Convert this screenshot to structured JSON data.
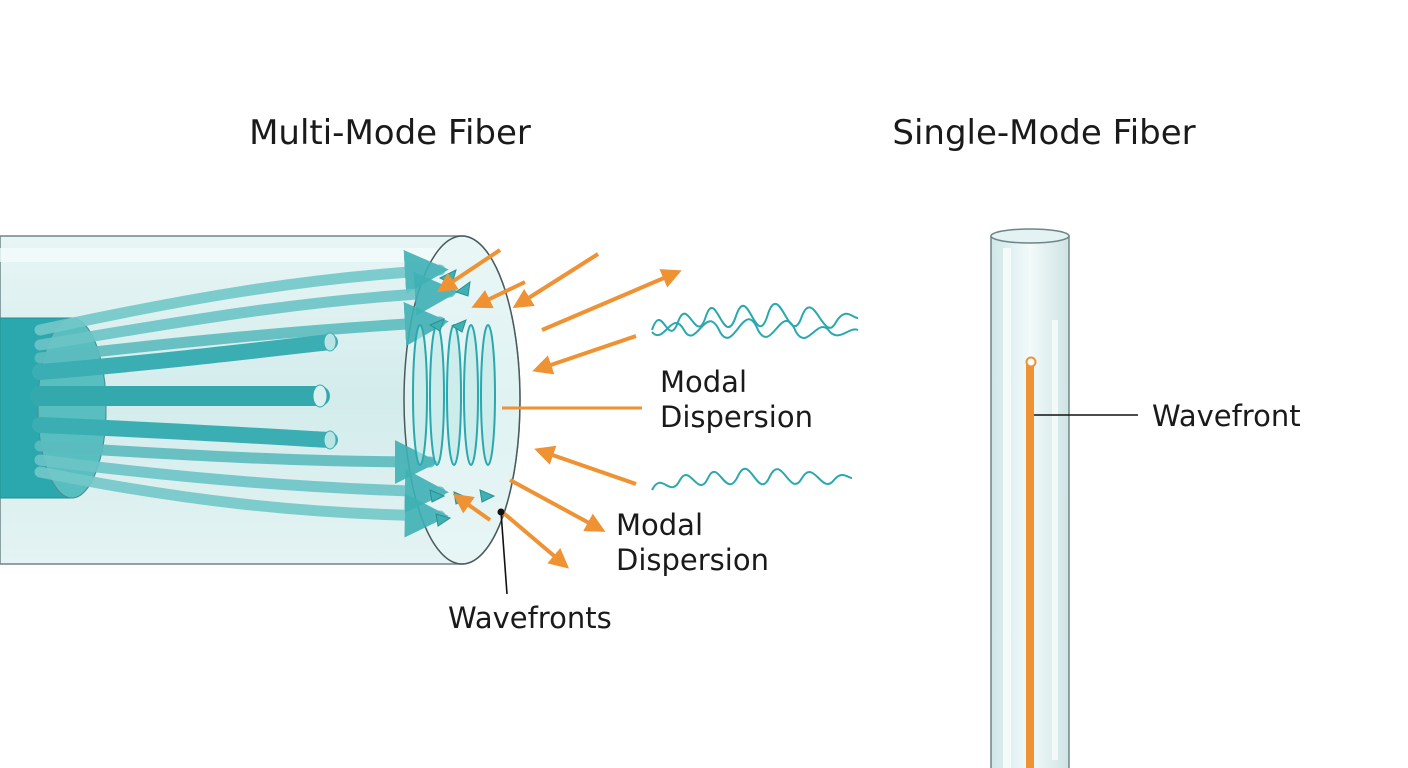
{
  "multi_mode": {
    "title": "Multi-Mode Fiber",
    "labels": {
      "modal_dispersion_upper": [
        "Modal",
        "Dispersion"
      ],
      "modal_dispersion_lower": [
        "Modal",
        "Dispersion"
      ],
      "wavefronts": "Wavefronts"
    }
  },
  "single_mode": {
    "title": "Single-Mode Fiber",
    "labels": {
      "wavefront": "Wavefront"
    }
  },
  "colors": {
    "teal": "#2aa8ae",
    "teal_light": "#7fd0d0",
    "cladding": "#dff0f0",
    "orange": "#ee9233",
    "outline": "#4a5a5c"
  }
}
